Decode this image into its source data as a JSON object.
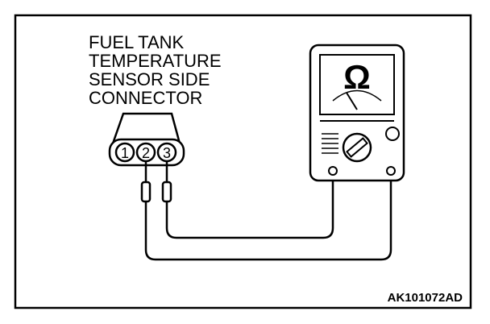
{
  "connector_label": {
    "lines": [
      "FUEL TANK",
      "TEMPERATURE",
      "SENSOR SIDE",
      "CONNECTOR"
    ]
  },
  "connector": {
    "pins": [
      "1",
      "2",
      "3"
    ]
  },
  "meter": {
    "symbol": "Ω"
  },
  "figure_code": "AK101072AD"
}
